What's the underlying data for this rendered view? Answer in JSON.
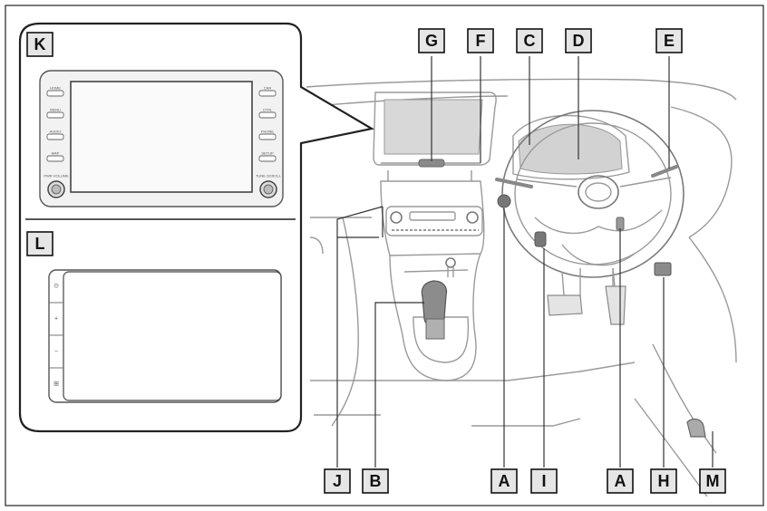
{
  "labels": {
    "A1": "A",
    "A2": "A",
    "B": "B",
    "C": "C",
    "D": "D",
    "E": "E",
    "F": "F",
    "G": "G",
    "H": "H",
    "I": "I",
    "J": "J",
    "K": "K",
    "L": "L",
    "M": "M"
  },
  "screen_k": {
    "left_buttons": [
      "HOME",
      "MENU",
      "AUDIO",
      "MAP",
      "PWR VOLUME"
    ],
    "right_buttons": [
      "CAR",
      "CTRL",
      "PHONE",
      "SETUP",
      "TUNE SCROLL"
    ]
  },
  "screen_l": {
    "side_buttons": [
      "⊙",
      "+",
      "−",
      "⊞"
    ]
  }
}
